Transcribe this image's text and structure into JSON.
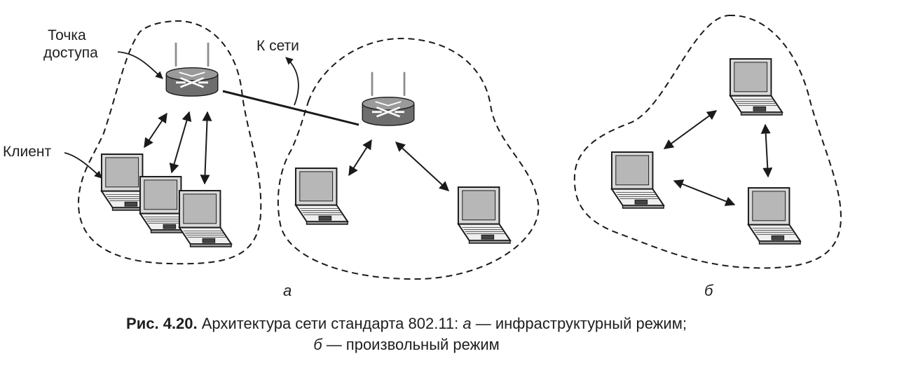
{
  "labels": {
    "access_point_line1": "Точка",
    "access_point_line2": "доступа",
    "to_network": "К сети",
    "client": "Клиент"
  },
  "subfigures": {
    "a": "a",
    "b": "б"
  },
  "caption": {
    "number": "Рис. 4.20.",
    "text1": " Архитектура сети стандарта 802.11: ",
    "a_letter": "а",
    "text2": " — инфраструктурный режим;",
    "b_letter": "б",
    "text3": " — произвольный режим"
  },
  "colors": {
    "ink": "#1a1a1a",
    "router_fill": "#8a8a8a",
    "screen": "#b9b9b9"
  }
}
